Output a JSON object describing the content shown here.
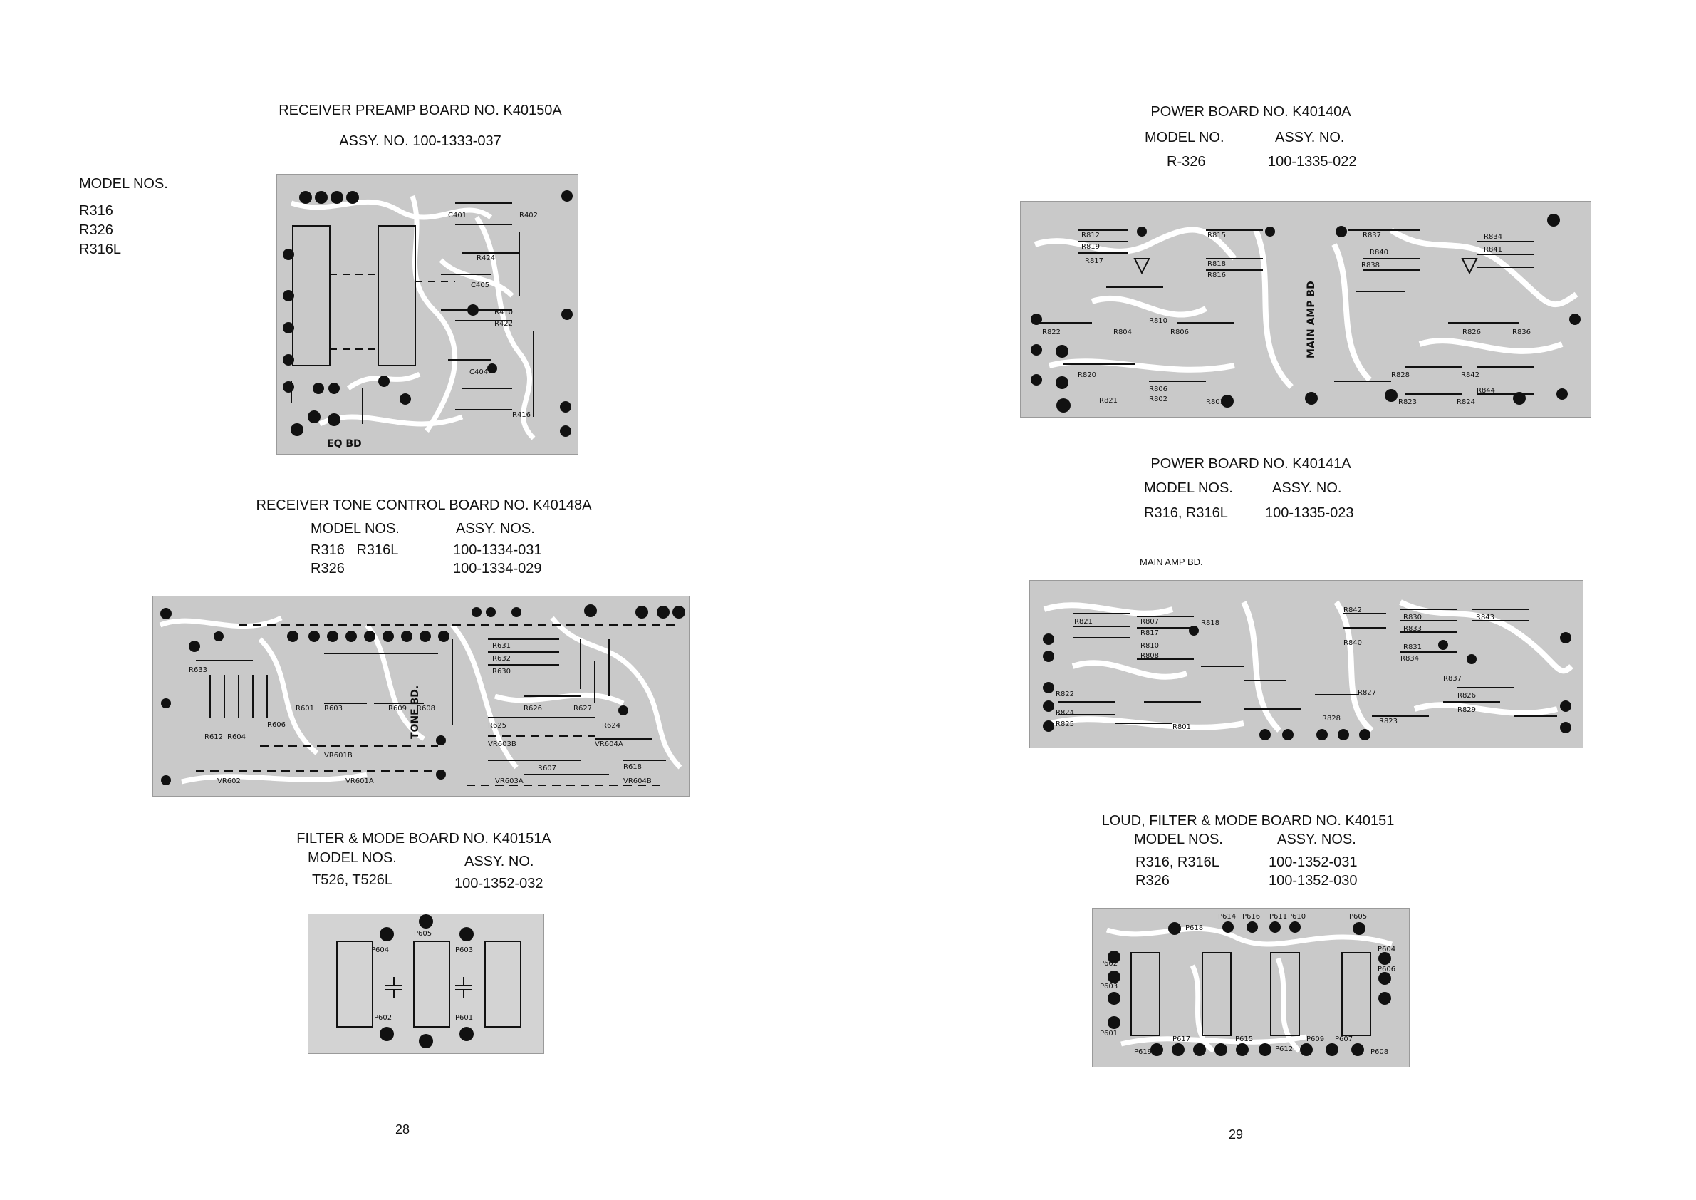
{
  "left_page": {
    "preamp": {
      "title": "RECEIVER PREAMP BOARD NO. K40150A",
      "assy": "ASSY. NO. 100-1333-037",
      "model_header": "MODEL NOS.",
      "models": [
        "R316",
        "R326",
        "R316L"
      ],
      "board_label": "EQ BD"
    },
    "tone": {
      "title": "RECEIVER TONE CONTROL BOARD NO. K40148A",
      "model_header": "MODEL NOS.",
      "assy_header": "ASSY. NOS.",
      "rows": [
        {
          "model": "R316   R316L",
          "assy": "100-1334-031"
        },
        {
          "model": "R326",
          "assy": "100-1334-029"
        }
      ],
      "board_label": "TONE BD."
    },
    "filter": {
      "title": "FILTER & MODE BOARD NO. K40151A",
      "model_header": "MODEL NOS.",
      "assy_header": "ASSY. NO.",
      "model": "T526, T526L",
      "assy": "100-1352-032"
    },
    "page_number": "28"
  },
  "right_page": {
    "power1": {
      "title": "POWER BOARD NO. K40140A",
      "model_header": "MODEL NO.",
      "assy_header": "ASSY. NO.",
      "model": "R-326",
      "assy": "100-1335-022",
      "board_label": "MAIN AMP BD"
    },
    "power2": {
      "title": "POWER BOARD NO. K40141A",
      "model_header": "MODEL NOS.",
      "assy_header": "ASSY. NO.",
      "model": "R316, R316L",
      "assy": "100-1335-023",
      "board_label": "MAIN AMP BD."
    },
    "loud": {
      "title": "LOUD, FILTER & MODE BOARD NO. K40151",
      "model_header": "MODEL NOS.",
      "assy_header": "ASSY. NOS.",
      "rows": [
        {
          "model": "R316, R316L",
          "assy": "100-1352-031"
        },
        {
          "model": "R326",
          "assy": "100-1352-030"
        }
      ]
    },
    "page_number": "29"
  },
  "colors": {
    "board": "#c9c9c9",
    "trace": "#ffffff",
    "ink": "#111111"
  }
}
